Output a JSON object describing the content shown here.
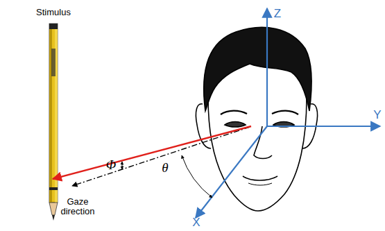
{
  "diagram": {
    "labels": [
      "Stimulus",
      "Z",
      "Y",
      "X",
      "Φ",
      "θ",
      "Gaze direction"
    ]
  }
}
